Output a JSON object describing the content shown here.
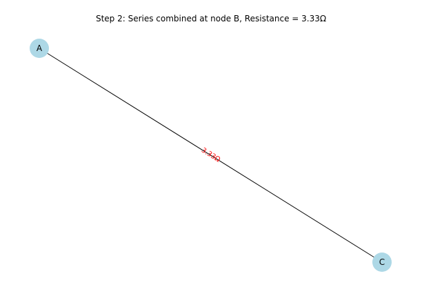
{
  "title": "Step 2: Series combined at node B, Resistance = 3.33Ω",
  "colors": {
    "node_fill": "#add8e6",
    "edge": "#000000",
    "edge_label": "#ff0000",
    "background": "#ffffff"
  },
  "nodes": [
    {
      "id": "A",
      "label": "A"
    },
    {
      "id": "C",
      "label": "C"
    }
  ],
  "edges": [
    {
      "from": "A",
      "to": "C",
      "label": "3.33Ω"
    }
  ]
}
